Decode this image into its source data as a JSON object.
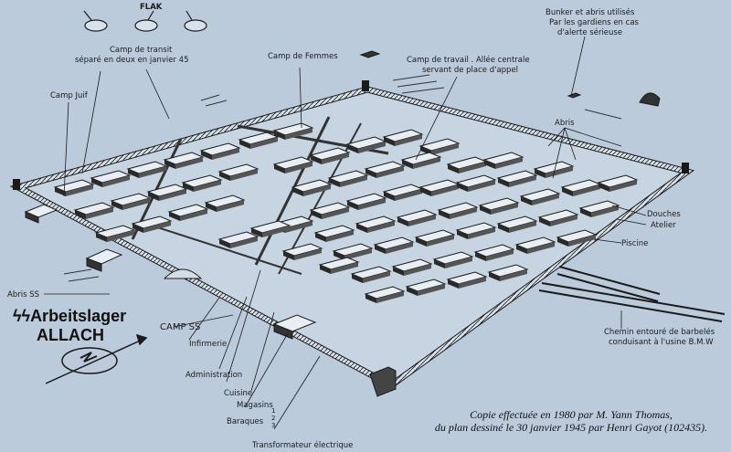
{
  "title": {
    "prefix": "ϟϟ",
    "line1": "Arbeitslager",
    "line2": "ALLACH"
  },
  "labels": {
    "flak": "FLAK",
    "bunker_1": "Bunker et abris utilisés",
    "bunker_2": "Par les gardiens en cas",
    "bunker_3": "d'alerte sérieuse",
    "transit_1": "Camp de transit",
    "transit_2": "séparé en deux en janvier 45",
    "femmes": "Camp de Femmes",
    "travail_1": "Camp de travail . Allée centrale",
    "travail_2": "servant de place d'appel",
    "juif": "Camp Juif",
    "abris": "Abris",
    "douches": "Douches",
    "atelier": "Atelier",
    "piscine": "Piscine",
    "chemin_1": "Chemin entouré de barbelés",
    "chemin_2": "conduisant à l'usine B.M.W",
    "abris_ss": "Abris SS",
    "camp_ss": "CAMP SS",
    "infirmerie": "Infirmerie",
    "administration": "Administration",
    "cuisine": "Cuisine",
    "magasins": "Magasins",
    "baraques": "Baraques",
    "baraques_1": "1",
    "baraques_2": "2",
    "baraques_3": "3",
    "transformateur": "Transformateur électrique"
  },
  "credit": {
    "line1": "Copie effectuée en 1980 par M. Yann Thomas,",
    "line2": "du plan dessiné le 30 janvier 1945 par Henri Gayot (102435)."
  },
  "colors": {
    "paper": "#bccbdc",
    "ink": "#1a1a1a",
    "roof": "#e8eef4"
  }
}
